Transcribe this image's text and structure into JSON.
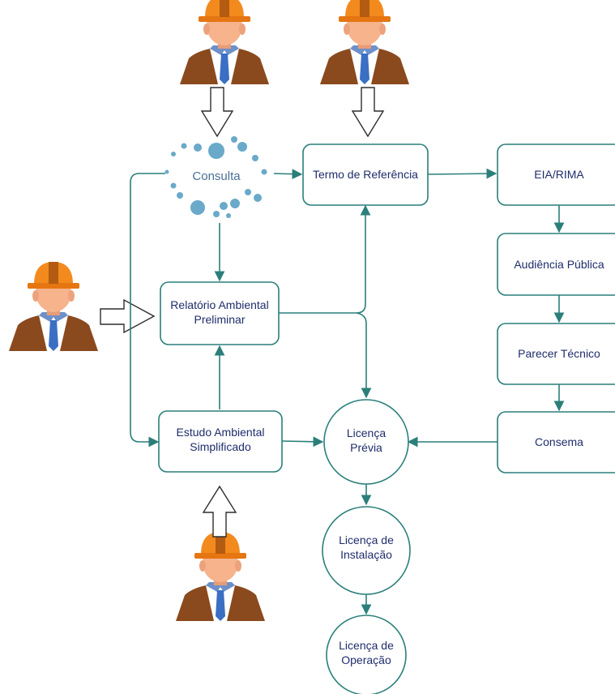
{
  "nodes": {
    "consulta": "Consulta",
    "termo": "Termo de Referência",
    "eia": "EIA/RIMA",
    "audiencia": "Audiência Pública",
    "parecer": "Parecer Técnico",
    "consema": "Consema",
    "relatorio": [
      "Relatório Ambiental",
      "Preliminar"
    ],
    "estudo": [
      "Estudo Ambiental",
      "Simplificado"
    ],
    "previa": [
      "Licença",
      "Prévia"
    ],
    "instalacao": [
      "Licença de",
      "Instalação"
    ],
    "operacao": [
      "Licença de",
      "Operação"
    ]
  },
  "colors": {
    "edge": "#2a7f7a",
    "label": "#1f2d6b",
    "consulta_dots": "#6aa9c9",
    "helmet": "#f28a1e",
    "jacket": "#8a4a1e",
    "tie": "#3a6fc4",
    "skin": "#f6b38c"
  },
  "icons": [
    "worker-icon",
    "worker-icon",
    "worker-icon",
    "worker-icon"
  ]
}
